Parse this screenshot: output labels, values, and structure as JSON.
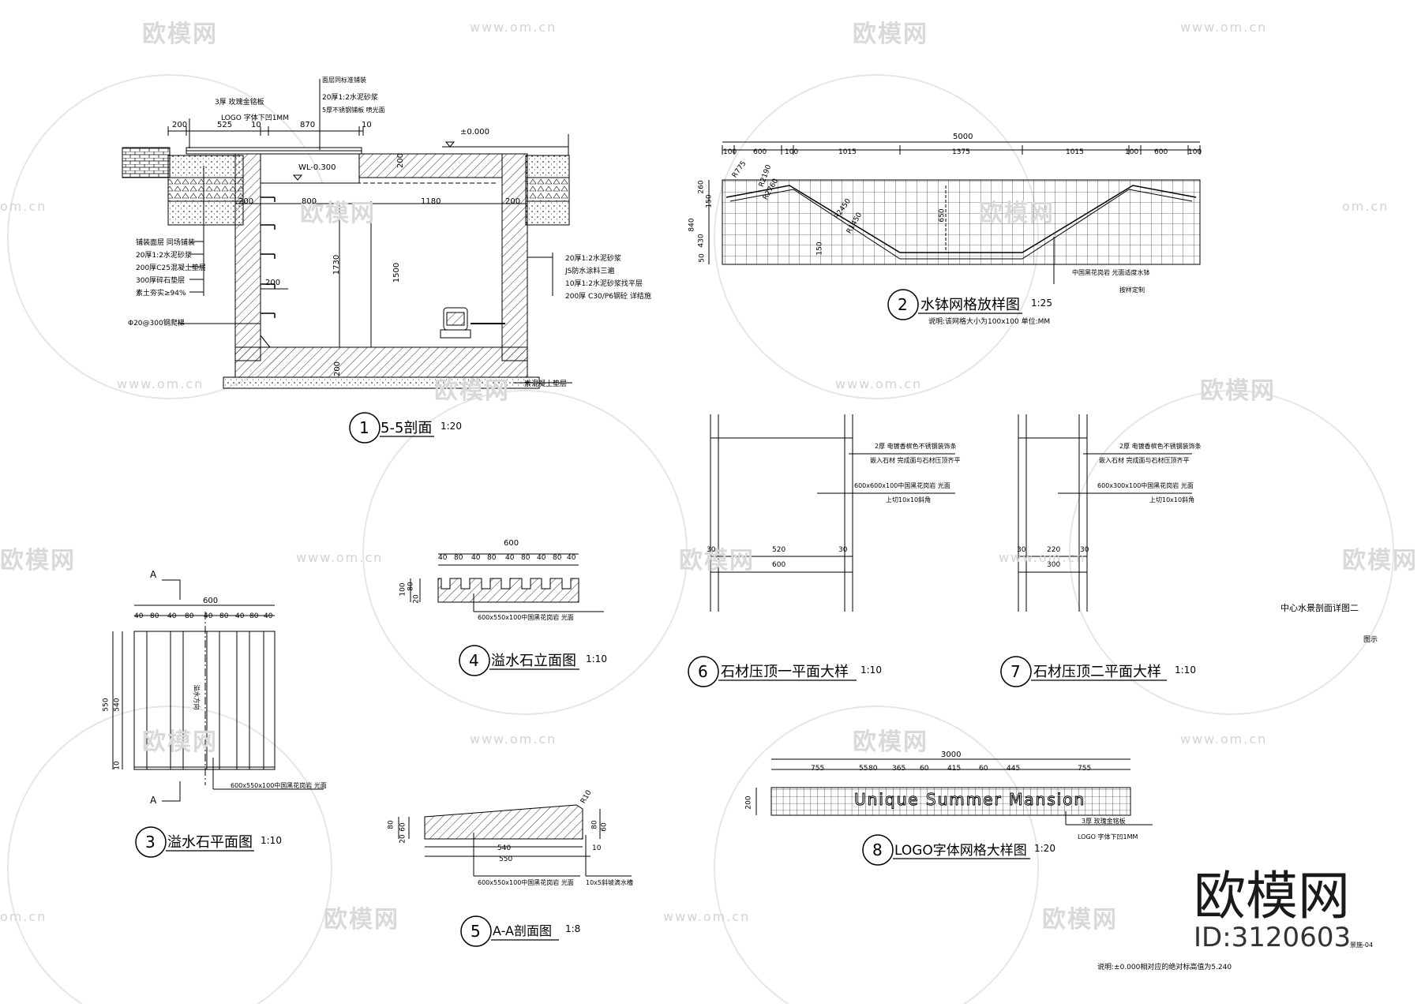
{
  "watermarks": {
    "brand": "欧模网",
    "url": "www.om.cn",
    "url_short": "om.cn"
  },
  "brand": {
    "name": "欧模网",
    "id": "ID:3120603"
  },
  "notes": {
    "sheet_title": "中心水景剖面详图二",
    "sheet_note": "图示",
    "bottom_note": "说明:±0.000相对应的绝对标高值为5.240",
    "sheet_number": "景施-04"
  },
  "details": {
    "d1": {
      "num": "1",
      "title": "5-5剖面",
      "scale": "1:20"
    },
    "d2": {
      "num": "2",
      "title": "水钵网格放样图",
      "scale": "1:25",
      "note": "说明:该网格大小为100x100  单位:MM"
    },
    "d3": {
      "num": "3",
      "title": "溢水石平面图",
      "scale": "1:10"
    },
    "d4": {
      "num": "4",
      "title": "溢水石立面图",
      "scale": "1:10"
    },
    "d5": {
      "num": "5",
      "title": "A-A剖面图",
      "scale": "1:8"
    },
    "d6": {
      "num": "6",
      "title": "石材压顶一平面大样",
      "scale": "1:10"
    },
    "d7": {
      "num": "7",
      "title": "石材压顶二平面大样",
      "scale": "1:10"
    },
    "d8": {
      "num": "8",
      "title": "LOGO字体网格大样图",
      "scale": "1:20"
    }
  },
  "d1_labels": {
    "logo_line1": "3厚  玫瑰金铭板",
    "logo_line2": "LOGO  字体下凹1MM",
    "top_line1": "面层同标准铺装",
    "top_line2": "20厚1:2水泥砂浆",
    "top_line3": "5厚不锈钢铺板  喷光面",
    "level": "±0.000",
    "wl": "WL-0.300",
    "dims_top": [
      "200",
      "525",
      "10",
      "870",
      "10"
    ],
    "dims_mid": [
      "200",
      "800",
      "1180",
      "200"
    ],
    "dim_1730": "1730",
    "dim_1500": "1500",
    "dim_200_left": "200",
    "dim_200_v1": "200",
    "dim_200_v2": "200",
    "left_labels": [
      "铺装面层  同场铺装",
      "20厚1:2水泥砂浆",
      "200厚C25混凝土垫层",
      "300厚碎石垫层",
      "素土夯实≥94%"
    ],
    "rebar": "Φ20@300钢爬梯",
    "right_labels": [
      "20厚1:2水泥砂浆",
      "JS防水涂料三遍",
      "10厚1:2水泥砂浆找平层",
      "200厚 C30/P6钢砼  详结施"
    ],
    "bottom_label": "素混凝土垫层"
  },
  "d2_labels": {
    "total": "5000",
    "dims": [
      "100",
      "600",
      "100",
      "1015",
      "1375",
      "1015",
      "100",
      "600",
      "100"
    ],
    "left_dims": [
      "260",
      "150",
      "840",
      "430",
      "50"
    ],
    "radii": [
      "R775",
      "R2190",
      "R2760",
      "R2450",
      "R1450"
    ],
    "mid": "650",
    "mid2": "150",
    "callout1": "中国黑花岗岩  光面适度水钵",
    "callout2": "按样定制"
  },
  "d3_labels": {
    "top_total": "600",
    "top_dims": [
      "40",
      "80",
      "40",
      "80",
      "40",
      "80",
      "40",
      "80",
      "40"
    ],
    "left_dims": [
      "550",
      "540",
      "10"
    ],
    "section_mark": "A",
    "inner_label": "溢水方向",
    "callout": "600x550x100中国黑花岗岩  光面"
  },
  "d4_labels": {
    "top_total": "600",
    "top_dims": [
      "40",
      "80",
      "40",
      "80",
      "40",
      "80",
      "40",
      "80",
      "40"
    ],
    "left_dims": [
      "100",
      "80",
      "20"
    ],
    "callout": "600x550x100中国黑花岗岩  光面"
  },
  "d5_labels": {
    "left_dims": [
      "80",
      "60",
      "20"
    ],
    "right_dims": [
      "80",
      "60"
    ],
    "r_label": "R10",
    "bottom_dims": [
      "540",
      "550",
      "10"
    ],
    "callout1": "600x550x100中国黑花岗岩  光面",
    "callout2": "10x5斜坡滴水槽"
  },
  "d6_labels": {
    "callout1": "2厚  电镀香槟色不锈钢装饰条",
    "callout1b": "嵌入石材  完成面与石材压顶齐平",
    "callout2": "600x600x100中国黑花岗岩  光面",
    "callout2b": "上切10x10斜角",
    "dims": [
      "30",
      "520",
      "30",
      "600"
    ]
  },
  "d7_labels": {
    "callout1": "2厚  电镀香槟色不锈钢装饰条",
    "callout1b": "嵌入石材  完成面与石材压顶齐平",
    "callout2": "600x300x100中国黑花岗岩  光面",
    "callout2b": "上切10x10斜角",
    "dims": [
      "30",
      "220",
      "30",
      "300"
    ]
  },
  "d8_labels": {
    "total": "3000",
    "dims": [
      "755",
      "55",
      "80",
      "365",
      "60",
      "415",
      "60",
      "445",
      "755"
    ],
    "left_dim": "200",
    "logo_text": "Unique Summer Mansion",
    "callout1": "3厚  玫瑰金铭板",
    "callout2": "LOGO  字体下凹1MM"
  },
  "colors": {
    "line": "#000000",
    "watermark": "#d9d9d9",
    "background": "#ffffff"
  }
}
